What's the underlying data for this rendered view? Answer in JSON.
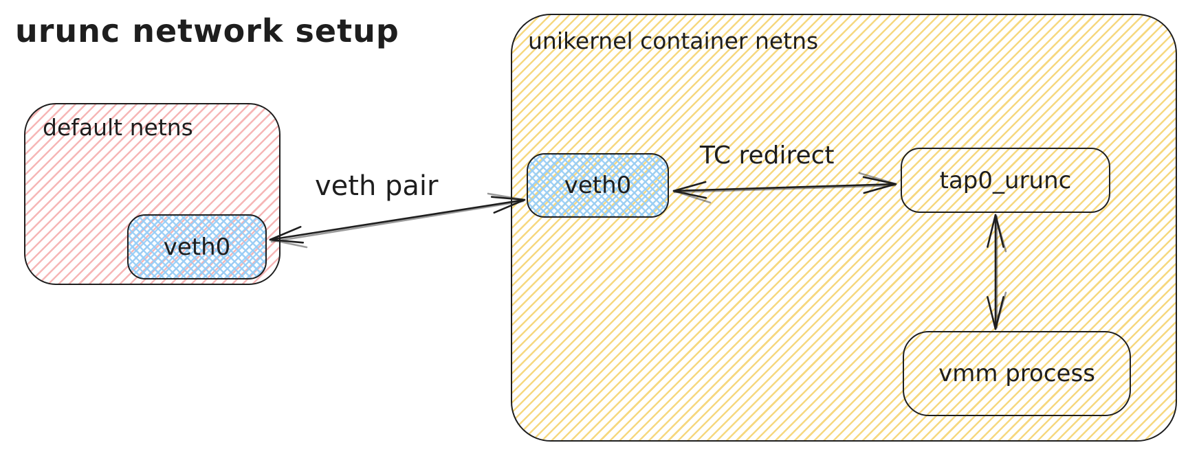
{
  "title": "urunc network setup",
  "colors": {
    "stroke": "#1e1e1e",
    "default_netns_hatch": "#f6b6b6",
    "unikernel_netns_hatch": "#f6d87f",
    "veth_crosshatch": "#a5d8ff",
    "background": "#ffffff"
  },
  "default_netns": {
    "label": "default netns",
    "nodes": {
      "veth0": "veth0"
    }
  },
  "unikernel_netns": {
    "label": "unikernel container netns",
    "nodes": {
      "veth0": "veth0",
      "tap0": "tap0_urunc",
      "vmm": "vmm process"
    }
  },
  "arrows": {
    "veth_pair": "veth pair",
    "tc_redirect": "TC redirect"
  }
}
